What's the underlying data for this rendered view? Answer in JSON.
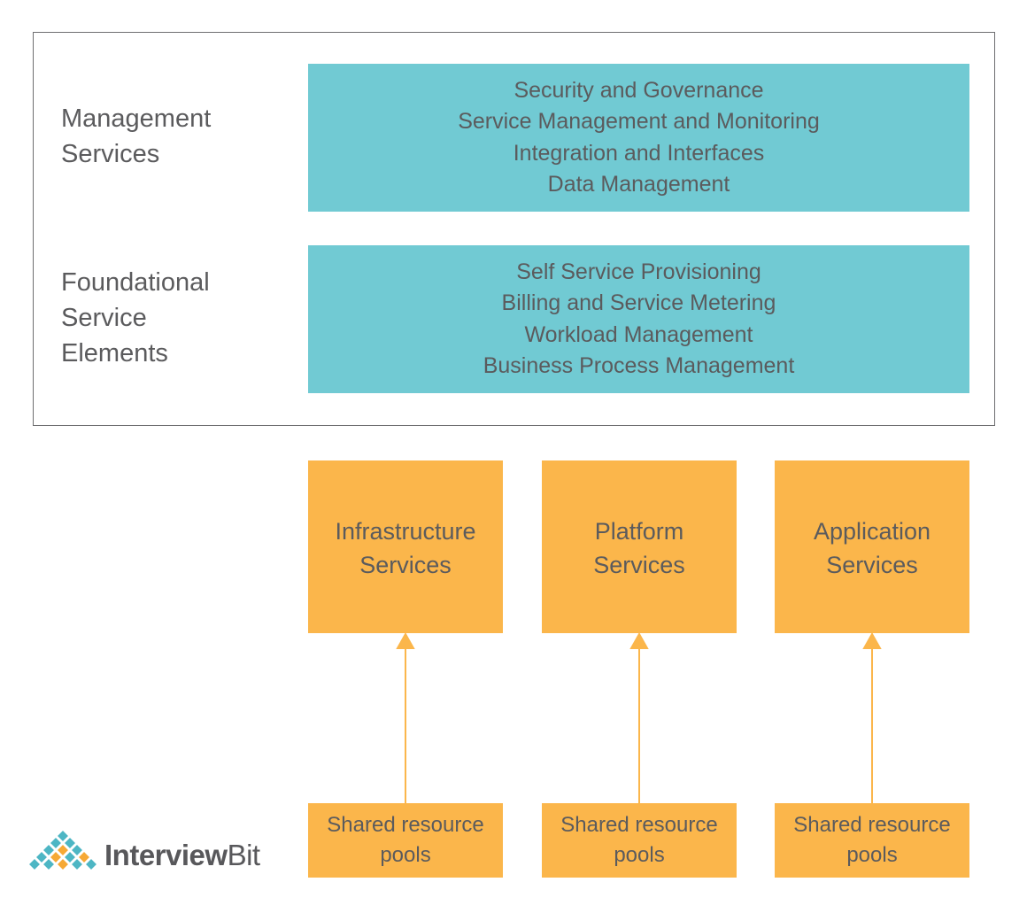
{
  "management": {
    "label": "Management\nServices",
    "items": [
      "Security and Governance",
      "Service Management and Monitoring",
      "Integration and Interfaces",
      "Data Management"
    ]
  },
  "foundational": {
    "label": "Foundational\nService\nElements",
    "items": [
      "Self Service Provisioning",
      "Billing and Service Metering",
      "Workload Management",
      "Business Process Management"
    ]
  },
  "services": [
    {
      "label": "Infrastructure\nServices",
      "pool": "Shared resource\npools"
    },
    {
      "label": "Platform\nServices",
      "pool": "Shared resource\npools"
    },
    {
      "label": "Application\nServices",
      "pool": "Shared resource\npools"
    }
  ],
  "logo": {
    "part1": "Interview",
    "part2": "Bit"
  },
  "colors": {
    "teal": "#71cad3",
    "orange": "#fbb64b",
    "text": "#5b5b5d",
    "logo_teal": "#4db6c4",
    "logo_orange": "#f6a935"
  }
}
